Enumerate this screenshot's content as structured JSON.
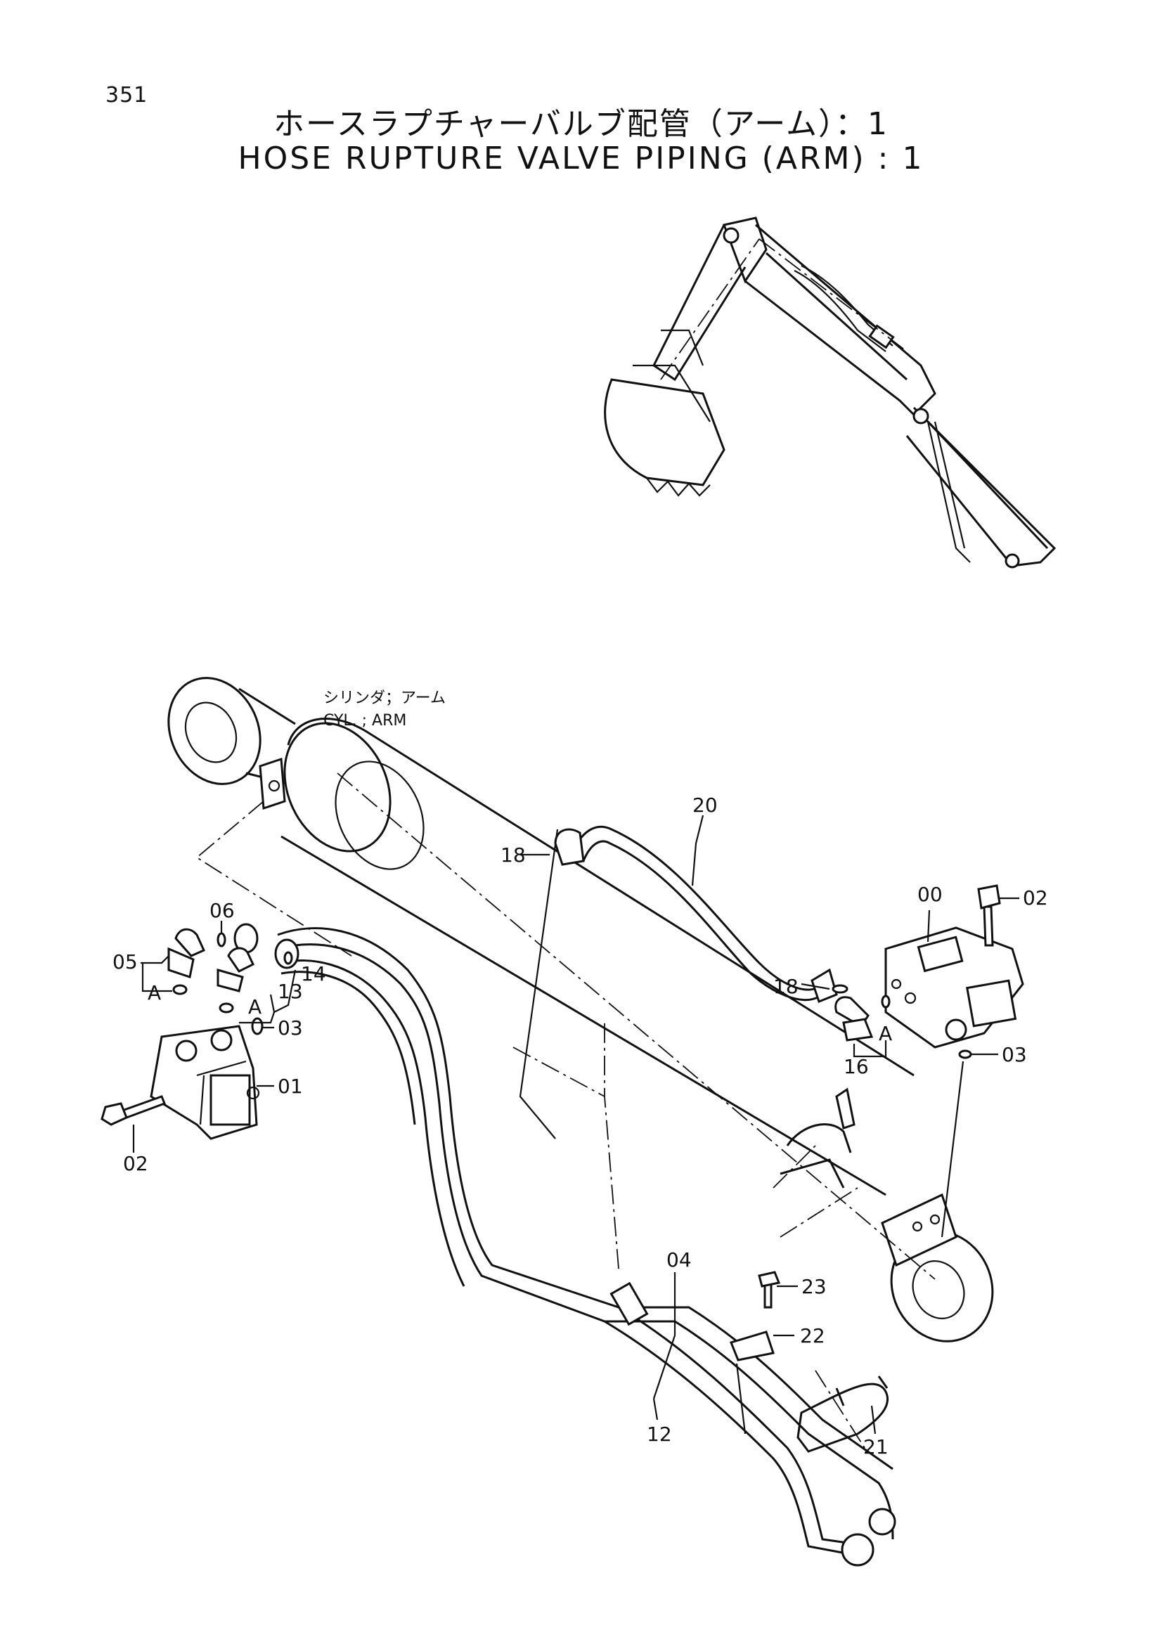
{
  "page_number": "351",
  "title_jp": "ホースラプチャーバルブ配管（アーム）：1",
  "title_en": "HOSE RUPTURE VALVE PIPING (ARM) : 1",
  "cylinder_label_jp": "シリンダ；アーム",
  "cylinder_label_en": "CYL. ; ARM",
  "part_labels": {
    "p00": "00",
    "p01": "01",
    "p02_left": "02",
    "p02_right": "02",
    "p03_left": "03",
    "p03_right": "03",
    "p04": "04",
    "p05": "05",
    "p06": "06",
    "p12": "12",
    "p13": "13",
    "p14": "14",
    "p16": "16",
    "p18_top": "18",
    "p18_mid": "18",
    "p20": "20",
    "p21": "21",
    "p22": "22",
    "p23": "23",
    "a_left_1": "A",
    "a_left_2": "A",
    "a_right": "A"
  }
}
